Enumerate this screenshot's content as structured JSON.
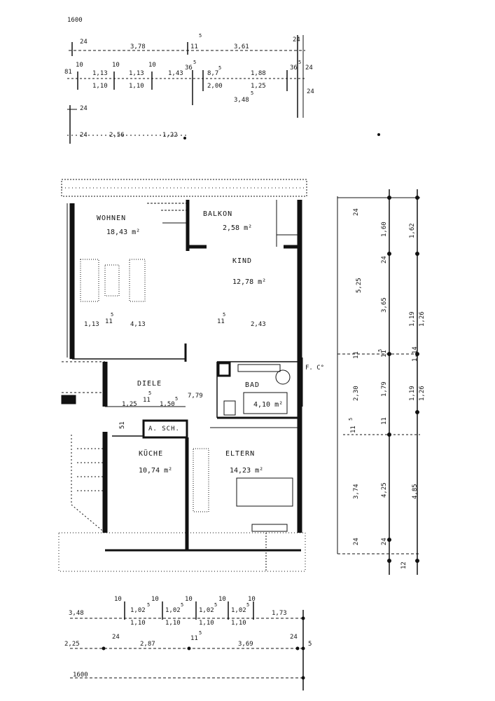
{
  "dims_top": {
    "overall": "1600",
    "r1": {
      "a": "24",
      "b": "3,78",
      "c": "11",
      "c_sup": "5",
      "d": "3,61",
      "e": "24"
    },
    "r2": {
      "lead": "81",
      "p1": "10",
      "p2": "1,13",
      "p3": "10",
      "p4": "1,13",
      "p5": "10",
      "p6": "1,43",
      "p7": "36",
      "p7_sup": "5",
      "p8": "8,7",
      "p8_sup": "5",
      "p9": "1,88",
      "p10": "36",
      "p10_sup": "5",
      "p11": "24"
    },
    "r3": {
      "q1": "1,10",
      "q2": "1,10",
      "q3": "2,00",
      "q4": "1,25",
      "q5": "3,48",
      "q5_sup": "5",
      "q6": "24"
    },
    "r4": {
      "a": "24"
    },
    "r5": {
      "a": "24",
      "b": "2,56",
      "c": "1,22"
    }
  },
  "rooms": {
    "wohnen": {
      "label": "WOHNEN",
      "area": "18,43 m²"
    },
    "balkon": {
      "label": "BALKON",
      "area": "2,58 m²"
    },
    "kind": {
      "label": "KIND",
      "area": "12,78 m²"
    },
    "diele": {
      "label": "DIELE",
      "area": "7,79 m²"
    },
    "bad": {
      "label": "BAD",
      "area": "4,10 m²"
    },
    "asch": {
      "label": "A. SCH."
    },
    "kueche": {
      "label": "KÜCHE",
      "area": "10,74 m²"
    },
    "eltern": {
      "label": "ELTERN",
      "area": "14,23 m²"
    }
  },
  "inner_dims": {
    "w1": "1,13",
    "w2": "11",
    "w2_sup": "5",
    "w3": "4,13",
    "k1": "11",
    "k1_sup": "5",
    "k2": "2,43",
    "d1": "1,25",
    "d2": "11",
    "d2_sup": "5",
    "d3": "1,50",
    "d3_sup": "5",
    "d4": "51",
    "d5": "7,79",
    "flue": "F. C°"
  },
  "dims_right": {
    "c1": [
      "24",
      "5,25",
      "11",
      "2,30",
      "11",
      "3,74",
      "24"
    ],
    "c1_sup": "5",
    "c2": [
      "1,60",
      "24",
      "3,65",
      "11",
      "1,79",
      "11",
      "4,25",
      "24",
      "12"
    ],
    "c2_sup": "5",
    "c3": [
      "1,62",
      "1,19",
      "1,26",
      "1,14",
      "1,19",
      "1,26",
      "4,85"
    ]
  },
  "dims_bottom": {
    "r1": {
      "lead": "3,48",
      "p1": "10",
      "p2": "1,02",
      "p2_sup": "5",
      "p3": "10",
      "p4": "1,02",
      "p4_sup": "5",
      "p5": "10",
      "p6": "1,02",
      "p6_sup": "5",
      "p7": "10",
      "p8": "1,02",
      "p8_sup": "5",
      "p9": "10",
      "p10": "1,73"
    },
    "r2": {
      "q1": "1,10",
      "q2": "1,10",
      "q3": "1,10",
      "q4": "1,10"
    },
    "r3": {
      "lead": "2,25",
      "a": "24",
      "b": "2,87",
      "c": "11",
      "c_sup": "5",
      "d": "3,69",
      "e": "24",
      "f": "5"
    },
    "overall": "1600"
  }
}
